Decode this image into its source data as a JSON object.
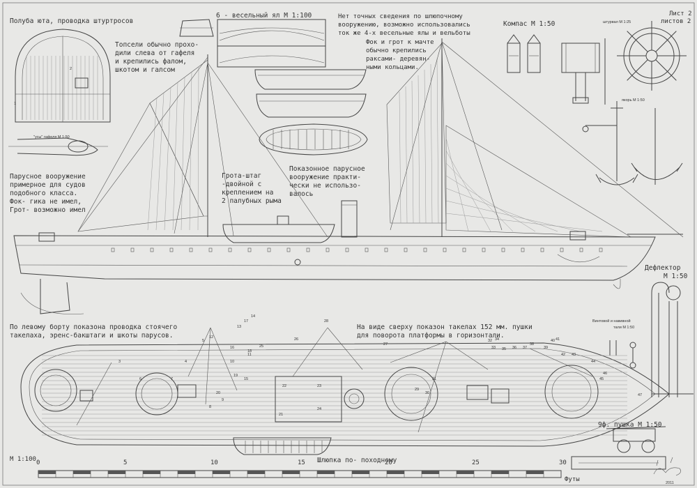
{
  "colors": {
    "paper": "#e8e8e6",
    "ink": "#444444"
  },
  "labels": {
    "poop_deck": "Полуба юта, проводка штуртросов",
    "boat_title": "6 - весельный ял М 1:100",
    "no_data_1": "Нет точных сведения по шлюпочному",
    "no_data_2": "вооружению, возможно использовались",
    "no_data_3": "ток же 4-х весельные ялы и вельботы",
    "compass": "Компас М 1:50",
    "sheet_1": "Лист 2",
    "sheet_2": "листов 2",
    "wheel": "штурвал М 1:25",
    "anchor": "якорь М 1:50",
    "topsail_1": "Топсели обычно прохо-",
    "topsail_2": "дили слева от гафеля",
    "topsail_3": "и крепились фалом,",
    "topsail_4": "шкотом и галсом",
    "fore_1": "Фок и грот к мачте",
    "fore_2": "обычно крепились",
    "fore_3": "раксами- деревян-",
    "fore_4": "ными кольцами.",
    "gaff": "\"усы\" гафеля М 1:50",
    "rig_1": "Парусное вооружение",
    "rig_2": "примерное для судов",
    "rig_3": "подобного класса.",
    "rig_4": "Фок- гика не имел,",
    "rig_5": "Грот- возможно имел",
    "stay_1": "Грота-штаг",
    "stay_2": "-двойной с",
    "stay_3": "креплением на",
    "stay_4": "2 палубных рыма",
    "shown_1": "Показонное парусное",
    "shown_2": "вооружение практи-",
    "shown_3": "чески не использо-",
    "shown_4": "валось",
    "deflector_1": "Дефлектор",
    "deflector_2": "М 1:50",
    "port_1": "По левому борту показона проводка стоячего",
    "port_2": "такелаха, эренс-бакштаги и шкоты парусов.",
    "top_1": "На виде сверху показон такелах 152 мм. пушки",
    "top_2": "для поворота платформы в горизонтали.",
    "tackle_1": "Винтовой и навивной",
    "tackle_2": "тали М 1:50",
    "gun": "9ф. пушка М 1:50",
    "launch": "Шлюпка по- походному",
    "scale": "М 1:100",
    "feet": "Футы",
    "sig_year": "2011"
  },
  "callouts": [
    "1",
    "2",
    "3",
    "4",
    "5",
    "6",
    "7",
    "8",
    "9",
    "10",
    "11",
    "12",
    "13",
    "14",
    "15",
    "16",
    "17",
    "18",
    "19",
    "20",
    "21",
    "22",
    "23",
    "24",
    "25",
    "26",
    "27",
    "28",
    "29",
    "30",
    "31",
    "32",
    "33",
    "34",
    "35",
    "36",
    "37",
    "38",
    "39",
    "40",
    "41",
    "42",
    "43",
    "44",
    "45",
    "46",
    "47"
  ],
  "scale_ticks": [
    "0",
    "5",
    "10",
    "15",
    "20",
    "25",
    "30"
  ]
}
